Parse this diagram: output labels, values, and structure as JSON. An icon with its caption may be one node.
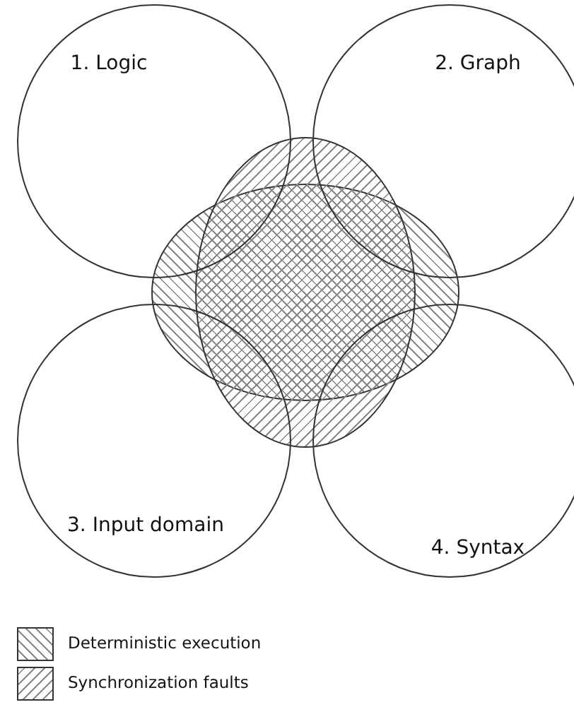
{
  "diagram": {
    "nodes": [
      {
        "text": [
          "1. Logic"
        ]
      },
      {
        "text": [
          "2. Graph"
        ]
      },
      {
        "text": [
          "3. Input domain"
        ]
      },
      {
        "text": [
          "4. Syntax"
        ]
      },
      {
        "text": [],
        "shape": "ellipse"
      },
      {
        "text": [],
        "shape": "ellipse"
      }
    ],
    "legend": [
      {
        "text": "Deterministic execution"
      },
      {
        "text": "Synchronization faults"
      }
    ]
  }
}
